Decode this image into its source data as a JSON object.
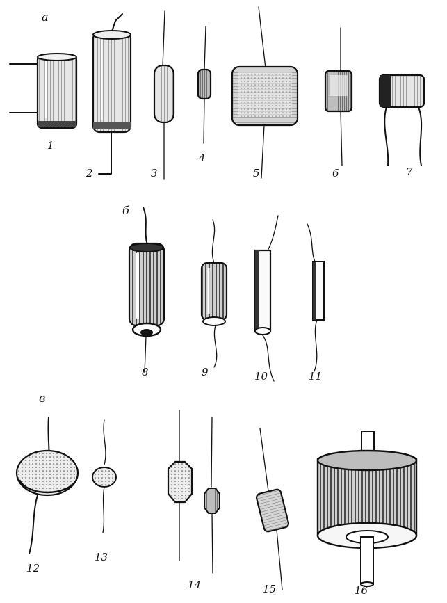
{
  "sections": {
    "a": "а",
    "b": "б",
    "v": "в"
  },
  "labels": [
    "1",
    "2",
    "3",
    "4",
    "5",
    "6",
    "7",
    "8",
    "9",
    "10",
    "11",
    "12",
    "13",
    "14",
    "15",
    "16"
  ],
  "colors": {
    "ink": "#111111",
    "paper": "#ffffff",
    "shade": "#9a9a9a",
    "light": "#d9d9d9"
  }
}
